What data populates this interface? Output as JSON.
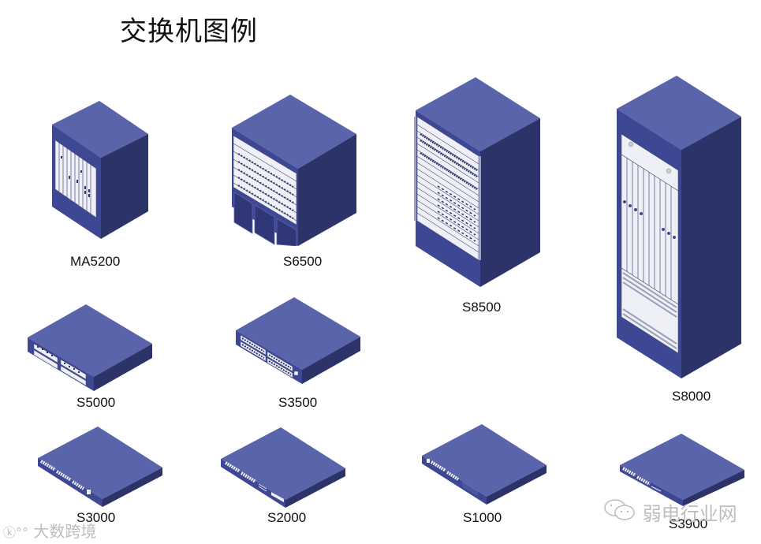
{
  "title": "交换机图例",
  "colors": {
    "top": "#5964aa",
    "front": "#3e4794",
    "side": "#2b3368",
    "panel": "#eef0f6",
    "panel_line": "#4a4f7a",
    "background": "#ffffff"
  },
  "devices": [
    {
      "id": "ma5200",
      "label": "MA5200",
      "type": "cabinet-small"
    },
    {
      "id": "s6500",
      "label": "S6500",
      "type": "cabinet-wide"
    },
    {
      "id": "s8500",
      "label": "S8500",
      "type": "cabinet-tall"
    },
    {
      "id": "s8000",
      "label": "S8000",
      "type": "rack-tower"
    },
    {
      "id": "s5000",
      "label": "S5000",
      "type": "switch-2u"
    },
    {
      "id": "s3500",
      "label": "S3500",
      "type": "switch-2u"
    },
    {
      "id": "s3000",
      "label": "S3000",
      "type": "switch-1u"
    },
    {
      "id": "s2000",
      "label": "S2000",
      "type": "switch-1u"
    },
    {
      "id": "s1000",
      "label": "S1000",
      "type": "switch-1u"
    },
    {
      "id": "s3900",
      "label": "S3900",
      "type": "switch-1u"
    }
  ],
  "watermarks": {
    "left": "大数跨境",
    "right": "弱电行业网"
  }
}
